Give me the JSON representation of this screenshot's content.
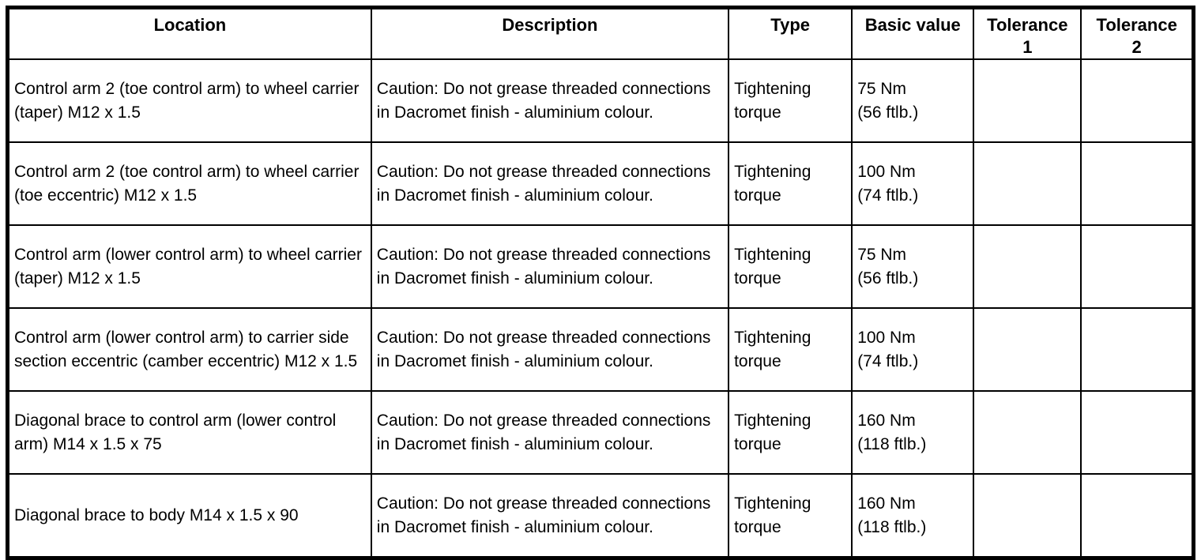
{
  "page": {
    "background_color": "#ffffff",
    "border_color": "#000000",
    "text_color": "#000000"
  },
  "table": {
    "columns": [
      {
        "key": "location",
        "label": "Location"
      },
      {
        "key": "description",
        "label": "Description"
      },
      {
        "key": "type",
        "label": "Type"
      },
      {
        "key": "basic_value",
        "label": "Basic value"
      },
      {
        "key": "tolerance_1",
        "label": "Tolerance\n1"
      },
      {
        "key": "tolerance_2",
        "label": "Tolerance\n2"
      }
    ],
    "rows": [
      {
        "location": "Control arm 2 (toe control arm) to wheel carrier (taper) M12 x 1.5",
        "description": "Caution: Do not grease threaded connections in Dacromet finish - aluminium colour.",
        "type": "Tightening\ntorque",
        "basic_value": "75 Nm\n(56 ftlb.)",
        "tolerance_1": "",
        "tolerance_2": ""
      },
      {
        "location": "Control arm 2 (toe control arm) to wheel carrier (toe eccentric) M12 x 1.5",
        "description": "Caution: Do not grease threaded connections in Dacromet finish - aluminium colour.",
        "type": "Tightening\ntorque",
        "basic_value": "100 Nm\n(74 ftlb.)",
        "tolerance_1": "",
        "tolerance_2": ""
      },
      {
        "location": "Control arm (lower control arm) to wheel carrier (taper) M12 x 1.5",
        "description": "Caution: Do not grease threaded connections in Dacromet finish - aluminium colour.",
        "type": "Tightening\ntorque",
        "basic_value": "75 Nm\n(56 ftlb.)",
        "tolerance_1": "",
        "tolerance_2": ""
      },
      {
        "location": "Control arm (lower control arm) to carrier side section eccentric (camber eccentric) M12 x 1.5",
        "description": "Caution: Do not grease threaded connections in Dacromet finish - aluminium colour.",
        "type": "Tightening\ntorque",
        "basic_value": "100 Nm\n(74 ftlb.)",
        "tolerance_1": "",
        "tolerance_2": ""
      },
      {
        "location": "Diagonal brace to control arm (lower control arm) M14 x 1.5 x 75",
        "description": "Caution: Do not grease threaded connections in Dacromet finish - aluminium colour.",
        "type": "Tightening\ntorque",
        "basic_value": "160 Nm\n(118 ftlb.)",
        "tolerance_1": "",
        "tolerance_2": ""
      },
      {
        "location": "Diagonal brace to body M14 x 1.5 x 90",
        "description": "Caution: Do not grease threaded connections in Dacromet finish - aluminium colour.",
        "type": "Tightening\ntorque",
        "basic_value": "160 Nm\n(118 ftlb.)",
        "tolerance_1": "",
        "tolerance_2": ""
      }
    ]
  }
}
